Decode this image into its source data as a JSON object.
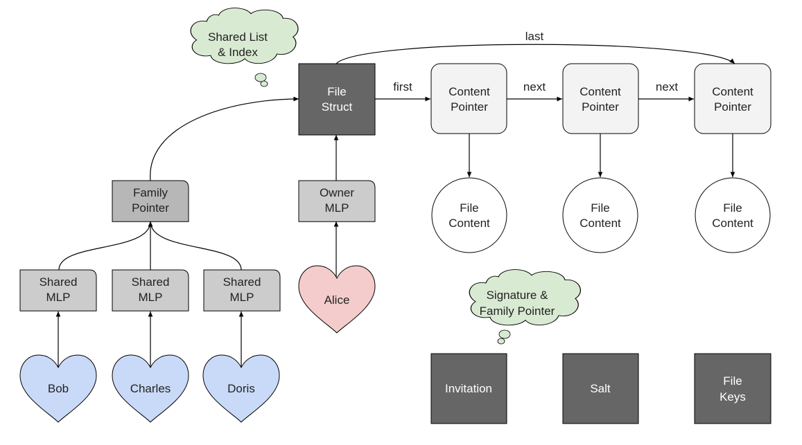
{
  "colors": {
    "dark_box": "#666666",
    "light_box": "#f3f3f3",
    "mid_box": "#cccccc",
    "family_box": "#b7b7b7",
    "heart_blue": "#c9daf8",
    "heart_pink": "#f4cccc",
    "cloud_green": "#d9ead3",
    "circle": "#ffffff",
    "stroke": "#000000"
  },
  "clouds": {
    "shared_list": [
      "Shared List",
      "& Index"
    ],
    "signature": [
      "Signature &",
      "Family Pointer"
    ]
  },
  "file_struct": [
    "File",
    "Struct"
  ],
  "content_pointers": [
    [
      "Content",
      "Pointer"
    ],
    [
      "Content",
      "Pointer"
    ],
    [
      "Content",
      "Pointer"
    ]
  ],
  "file_contents": [
    [
      "File",
      "Content"
    ],
    [
      "File",
      "Content"
    ],
    [
      "File",
      "Content"
    ]
  ],
  "family_pointer": [
    "Family",
    "Pointer"
  ],
  "owner_mlp": [
    "Owner",
    "MLP"
  ],
  "shared_mlps": [
    [
      "Shared",
      "MLP"
    ],
    [
      "Shared",
      "MLP"
    ],
    [
      "Shared",
      "MLP"
    ]
  ],
  "users": {
    "alice": "Alice",
    "bob": "Bob",
    "charles": "Charles",
    "doris": "Doris"
  },
  "bottom_boxes": {
    "invitation": "Invitation",
    "salt": "Salt",
    "file_keys": [
      "File",
      "Keys"
    ]
  },
  "edge_labels": {
    "last": "last",
    "first": "first",
    "next_1": "next",
    "next_2": "next"
  }
}
